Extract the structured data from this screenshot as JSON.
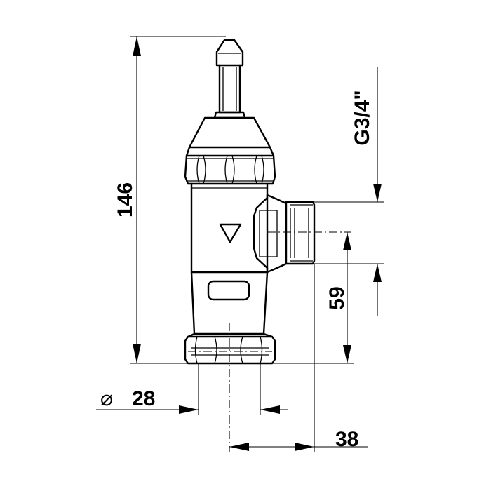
{
  "dimensions": {
    "height_total": "146",
    "thread": "G3/4\"",
    "height_outlet": "59",
    "diameter_symbol": "⌀",
    "diameter": "28",
    "offset": "38"
  },
  "flow_symbol": "down-triangle"
}
